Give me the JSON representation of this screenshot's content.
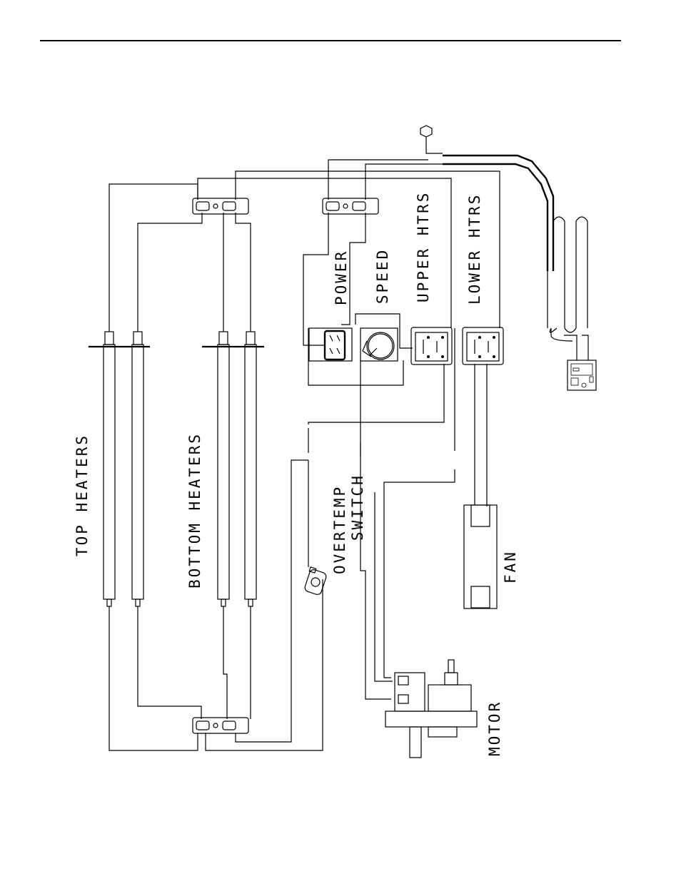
{
  "labels": {
    "top_heaters": "TOP HEATERS",
    "bottom_heaters": "BOTTOM HEATERS",
    "overtemp": "OVERTEMP",
    "switch": "SWITCH",
    "power": "POWER",
    "speed": "SPEED",
    "upper_htrs": "UPPER HTRS",
    "lower_htrs": "LOWER HTRS",
    "fan": "FAN",
    "motor": "MOTOR"
  },
  "colors": {
    "ink": "#000000",
    "paper": "#ffffff"
  }
}
